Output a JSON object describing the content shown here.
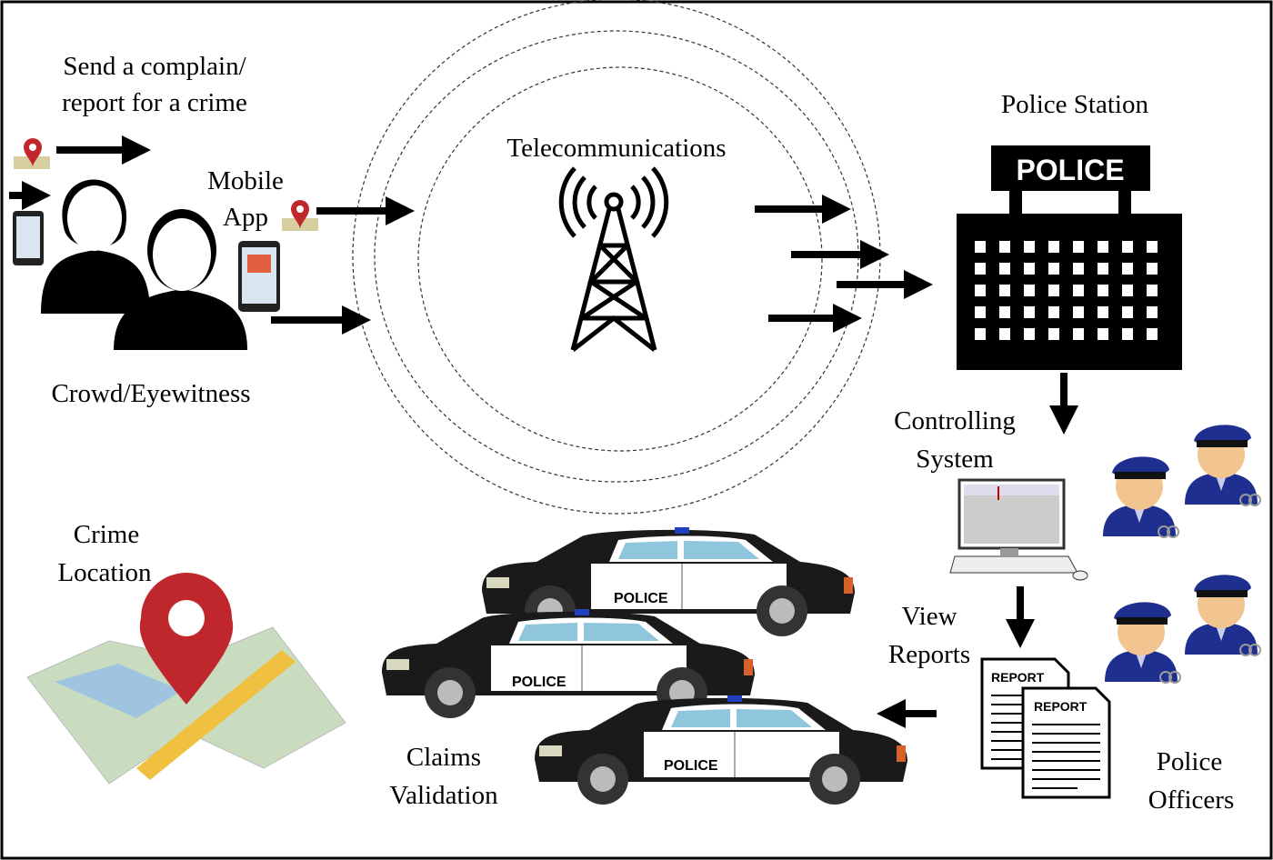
{
  "labels": {
    "send_report_line1": "Send a complain/",
    "send_report_line2": "report for a crime",
    "mobile_app_line1": "Mobile",
    "mobile_app_line2": "App",
    "crowd": "Crowd/Eyewitness",
    "telecom": "Telecommunications",
    "police_station": "Police Station",
    "controlling_line1": "Controlling",
    "controlling_line2": "System",
    "crime_location_line1": "Crime",
    "crime_location_line2": "Location",
    "view_reports_line1": "View",
    "view_reports_line2": "Reports",
    "claims_line1": "Claims",
    "claims_line2": "Validation",
    "officers_line1": "Police",
    "officers_line2": "Officers"
  },
  "station_sign": "POLICE",
  "car_label": "POLICE",
  "report_label": "REPORT",
  "colors": {
    "pin_red": "#c0272d",
    "officer_blue": "#1f2f8f",
    "skin": "#f2c48f",
    "car_black": "#1a1a1a",
    "window_blue": "#8fc6de"
  }
}
